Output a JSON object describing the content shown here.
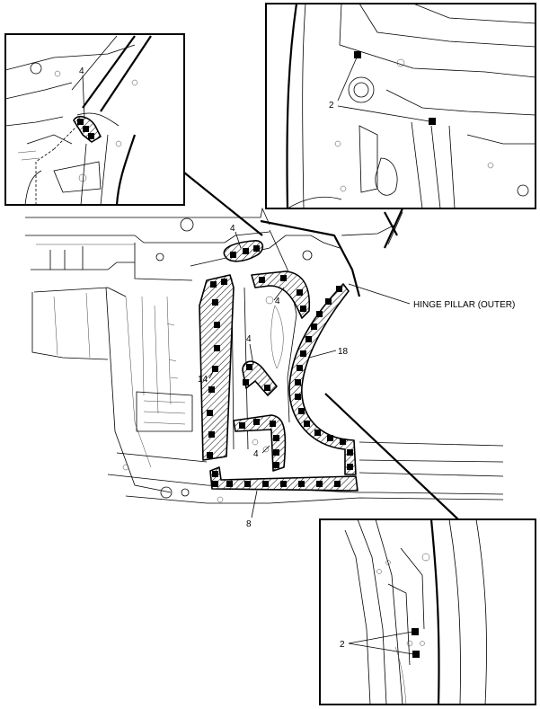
{
  "labels": {
    "hinge_pillar": "HINGE PILLAR (OUTER)",
    "n4a": "4",
    "n4b": "4",
    "n4c": "4",
    "n4d": "4",
    "n4e": "4",
    "n14": "14",
    "n18": "18",
    "n8": "8",
    "n2a": "2",
    "n2b": "2"
  },
  "colors": {
    "line": "#000000",
    "background": "#ffffff"
  }
}
